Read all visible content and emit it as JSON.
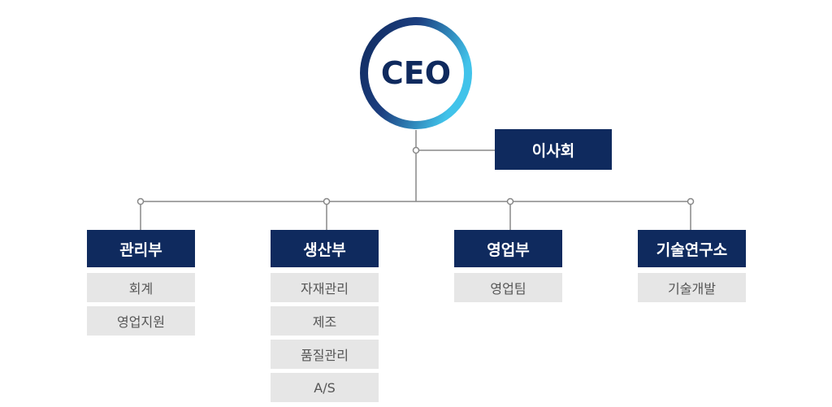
{
  "ceo": {
    "label": "CEO"
  },
  "board": {
    "label": "이사회"
  },
  "colors": {
    "navy": "#0f2a5e",
    "ring_start": "#102a5e",
    "ring_end": "#41c3ea",
    "sub_bg": "#e6e6e6",
    "line": "#888888"
  },
  "departments": [
    {
      "label": "관리부",
      "units": [
        "회계",
        "영업지원"
      ]
    },
    {
      "label": "생산부",
      "units": [
        "자재관리",
        "제조",
        "품질관리",
        "A/S"
      ]
    },
    {
      "label": "영업부",
      "units": [
        "영업팀"
      ]
    },
    {
      "label": "기술연구소",
      "units": [
        "기술개발"
      ]
    }
  ]
}
